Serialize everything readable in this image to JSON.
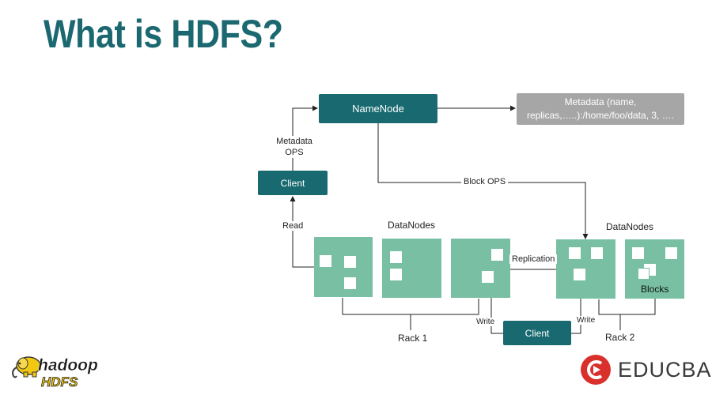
{
  "title": "What is HDFS?",
  "diagram": {
    "namenode": "NameNode",
    "metadata_box": {
      "line1": "Metadata (name,",
      "line2": "replicas,…..):/home/foo/data, 3, …."
    },
    "metadata_ops": {
      "line1": "Metadata",
      "line2": "OPS"
    },
    "client_top": "Client",
    "client_bottom": "Client",
    "block_ops": "Block OPS",
    "read": "Read",
    "write_left": "Write",
    "write_right": "Write",
    "replication": "Replication",
    "datanodes_left": "DataNodes",
    "datanodes_right": "DataNodes",
    "blocks": "Blocks",
    "rack1": "Rack 1",
    "rack2": "Rack 2"
  },
  "logos": {
    "hadoop": "hadoop",
    "hadoop_sub": "HDFS",
    "educba": "EDUCBA"
  },
  "colors": {
    "title": "#1b6870",
    "teal_box": "#186a70",
    "datanode": "#78bfa3",
    "metadata_box": "#a6a6a6",
    "educba_red": "#d9302c"
  }
}
